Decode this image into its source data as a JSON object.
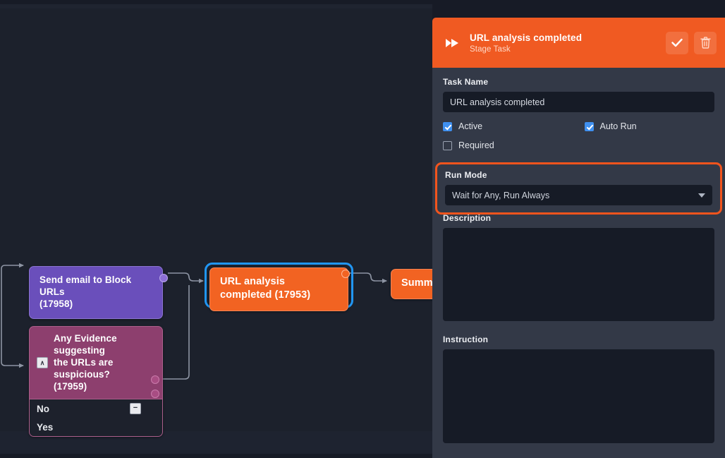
{
  "canvas": {
    "nodes": [
      {
        "id": "17958",
        "type": "action",
        "label": "Send email to Block URLs (17958)",
        "line1": "Send email to Block URLs",
        "line2": "(17958)",
        "color": "#6a4fbb"
      },
      {
        "id": "17953",
        "type": "task",
        "label": "URL analysis completed (17953)",
        "line1": "URL analysis",
        "line2": "completed (17953)",
        "color": "#f26322",
        "selected": true,
        "selection_color": "#2196f3"
      },
      {
        "id": "summary",
        "type": "task",
        "label": "Summ",
        "color": "#f26322",
        "clipped": true
      },
      {
        "id": "17959",
        "type": "decision",
        "label": "Any Evidence suggesting the URLs are suspicious? (17959)",
        "line1": "Any Evidence suggesting",
        "line2": "the URLs are suspicious?",
        "line3": "(17959)",
        "color": "#8d3f6e",
        "collapse_glyph": "∧",
        "ports": [
          {
            "label": "No",
            "has_minus": true,
            "minus_glyph": "−"
          },
          {
            "label": "Yes",
            "has_minus": false
          }
        ]
      }
    ]
  },
  "panel": {
    "header": {
      "icon": "fast-forward-icon",
      "title": "URL analysis completed",
      "subtitle": "Stage Task",
      "confirm_icon": "check-icon",
      "delete_icon": "trash-icon",
      "accent": "#f05a22"
    },
    "task_name": {
      "label": "Task Name",
      "value": "URL analysis completed",
      "placeholder": ""
    },
    "checkboxes": [
      {
        "label": "Active",
        "checked": true
      },
      {
        "label": "Auto Run",
        "checked": true
      },
      {
        "label": "Required",
        "checked": false
      }
    ],
    "run_mode": {
      "label": "Run Mode",
      "value": "Wait for Any, Run Always",
      "highlighted": true,
      "highlight_color": "#f2541d"
    },
    "description": {
      "label": "Description",
      "value": "",
      "placeholder": ""
    },
    "instruction": {
      "label": "Instruction",
      "value": "",
      "placeholder": ""
    }
  }
}
